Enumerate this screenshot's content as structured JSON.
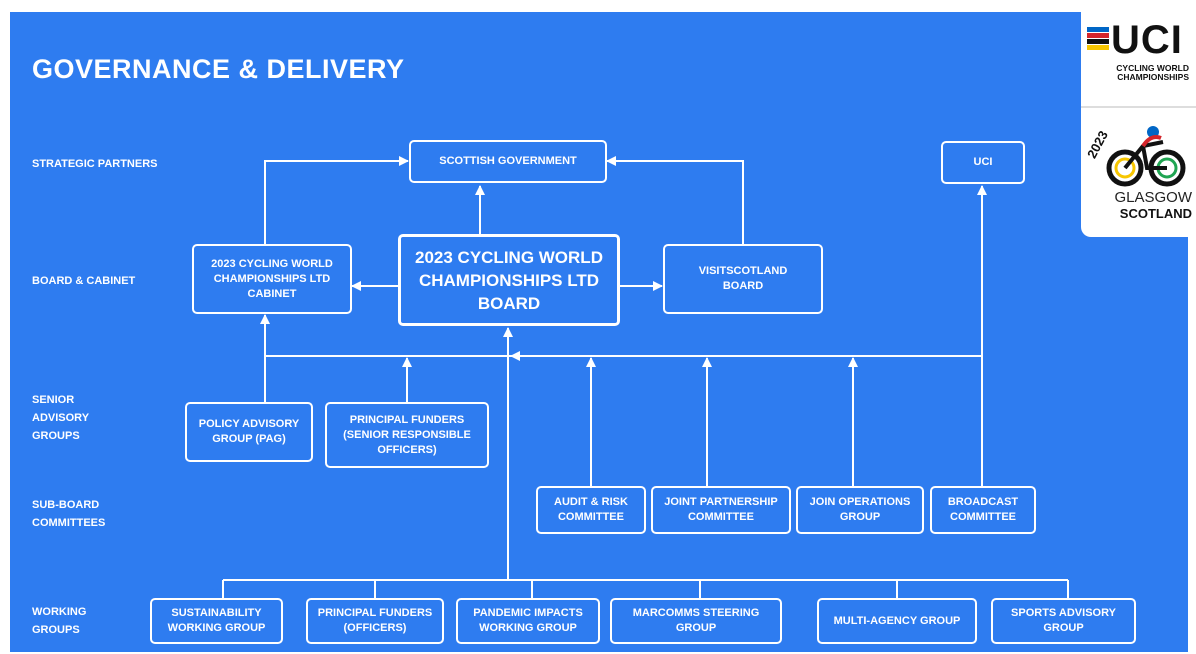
{
  "title": "GOVERNANCE & DELIVERY",
  "row_labels": {
    "strategic": "STRATEGIC PARTNERS",
    "board": "BOARD & CABINET",
    "senior": "SENIOR\nADVISORY\nGROUPS",
    "subboard": "SUB-BOARD\nCOMMITTEES",
    "working": "WORKING\nGROUPS"
  },
  "nodes": {
    "scottish_government": "SCOTTISH GOVERNMENT",
    "uci": "UCI",
    "cabinet": "2023 CYCLING WORLD\nCHAMPIONSHIPS LTD\nCABINET",
    "board": "2023 CYCLING WORLD\nCHAMPIONSHIPS LTD\nBOARD",
    "visitscotland": "VISITSCOTLAND\nBOARD",
    "pag": "POLICY ADVISORY\nGROUP (PAG)",
    "principal_funders_sro": "PRINCIPAL FUNDERS\n(SENIOR RESPONSIBLE\nOFFICERS)",
    "audit_risk": "AUDIT & RISK\nCOMMITTEE",
    "joint_partnership": "JOINT PARTNERSHIP\nCOMMITTEE",
    "join_operations": "JOIN OPERATIONS\nGROUP",
    "broadcast": "BROADCAST\nCOMMITTEE",
    "sustainability": "SUSTAINABILITY\nWORKING GROUP",
    "principal_funders_officers": "PRINCIPAL FUNDERS\n(OFFICERS)",
    "pandemic": "PANDEMIC IMPACTS\nWORKING GROUP",
    "marcomms": "MARCOMMS STEERING\nGROUP",
    "multi_agency": "MULTI-AGENCY GROUP",
    "sports_advisory": "SPORTS ADVISORY\nGROUP"
  },
  "logo": {
    "brand": "UCI",
    "subtitle": "CYCLING WORLD\nCHAMPIONSHIPS",
    "year": "2023",
    "city": "GLASGOW",
    "country": "SCOTLAND",
    "stripe_colors": [
      "#0066c6",
      "#d4252b",
      "#111111",
      "#f7c600",
      "#20a552"
    ]
  },
  "colors": {
    "background": "#2e7cf0",
    "line": "#ffffff"
  }
}
